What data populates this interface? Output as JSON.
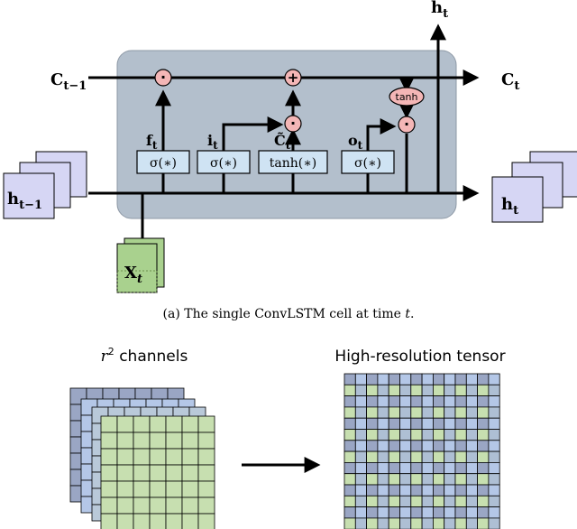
{
  "cell": {
    "c_prev": "C",
    "c_prev_sub": "t−1",
    "c_next": "C",
    "c_next_sub": "t",
    "h_top": "h",
    "h_top_sub": "t",
    "h_prev": "h",
    "h_prev_sub": "t−1",
    "h_next": "h",
    "h_next_sub": "t",
    "x_in": "X",
    "x_in_sub": "t",
    "dot_symbol": "·",
    "plus_symbol": "+",
    "tanh_label": "tanh",
    "gates": [
      {
        "name": "f",
        "sub": "t",
        "func": "σ(∗)"
      },
      {
        "name": "i",
        "sub": "t",
        "func": "σ(∗)"
      },
      {
        "name": "C̃",
        "sub": "t",
        "func": "tanh(∗)"
      },
      {
        "name": "o",
        "sub": "t",
        "func": "σ(∗)"
      }
    ]
  },
  "caption_a": {
    "prefix": "(a)  The single ConvLSTM cell at time ",
    "var": "t",
    "suffix": "."
  },
  "shuffle": {
    "left_prefix": "r",
    "left_sup": "2",
    "left_suffix": " channels",
    "right_title": "High-resolution tensor"
  },
  "colors": {
    "cell_bg": "#b3bfcc",
    "gate_fill": "#cfe3f3",
    "op_fill": "#f4b6b6",
    "feature_fill": "#d6d6f4",
    "input_fill": "#a9d18e",
    "grid_green": "#c7dfb0",
    "grid_blue": "#b4c7e7",
    "grid_slate": "#9aa6c4"
  }
}
